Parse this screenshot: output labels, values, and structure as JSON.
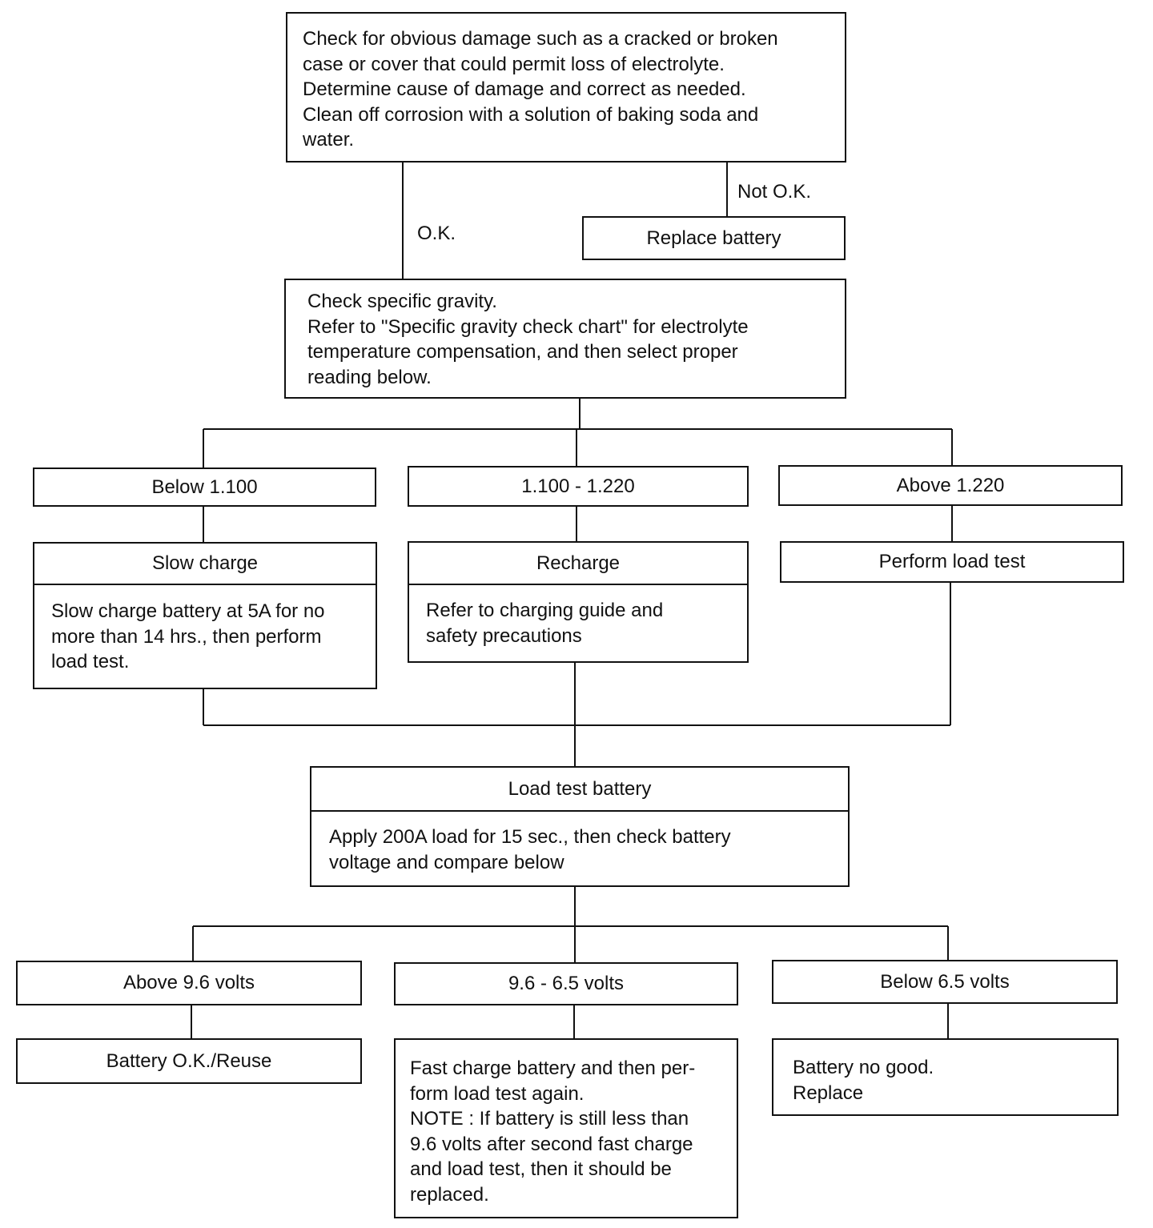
{
  "start": {
    "text": "Check for obvious damage such as a cracked or broken\ncase or cover that could permit loss of electrolyte.\nDetermine cause of damage and correct as needed.\nClean off corrosion with a solution of baking soda and\nwater."
  },
  "labels": {
    "ok": "O.K.",
    "not_ok": "Not O.K."
  },
  "replace_battery": "Replace battery",
  "gravity": {
    "text": "Check specific gravity.\nRefer to \"Specific gravity check chart\" for electrolyte\ntemperature compensation, and then select proper\nreading below."
  },
  "gravity_ranges": [
    "Below 1.100",
    "1.100 - 1.220",
    "Above 1.220"
  ],
  "slow_charge": {
    "title": "Slow charge",
    "text": "Slow charge battery at 5A for no\nmore than 14 hrs., then perform\nload test."
  },
  "recharge": {
    "title": "Recharge",
    "text": "Refer to charging guide and\nsafety precautions"
  },
  "perform_load_test": "Perform load test",
  "load_test": {
    "title": "Load test battery",
    "text": "Apply 200A load for 15 sec., then check battery\nvoltage and compare below"
  },
  "voltage_ranges": [
    "Above 9.6 volts",
    "9.6 - 6.5 volts",
    "Below 6.5 volts"
  ],
  "battery_ok": "Battery O.K./Reuse",
  "fast_charge": {
    "text": "Fast charge battery and then per-\nform load test again.\nNOTE : If battery is still less than\n9.6 volts after second fast charge\nand load test, then it should be\nreplaced."
  },
  "no_good": {
    "text": "Battery no good.\nReplace"
  }
}
